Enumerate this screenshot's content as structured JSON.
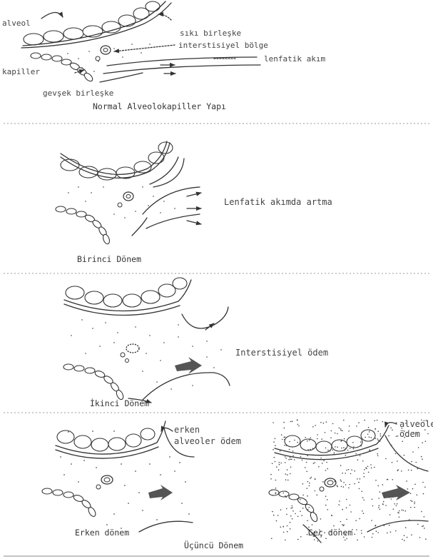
{
  "panel1": {
    "labels": {
      "alveol": "alveol",
      "tight_junction": "sıkı birleşke",
      "interstitial": "interstisiyel bölge",
      "lymph_flow": "lenfatik akım",
      "capillary": "kapiller",
      "loose_junction": "gevşek birleşke"
    },
    "caption": "Normal Alveolokapiller Yapı"
  },
  "panel2": {
    "note": "Lenfatik akımda artma",
    "caption": "Birinci Dönem"
  },
  "panel3": {
    "note": "Interstisiyel ödem",
    "caption": "İkinci Dönem"
  },
  "panel4": {
    "early_note_line1": "erken",
    "early_note_line2": "alveoler ödem",
    "late_note_line1": "alveoler",
    "late_note_line2": "ödem",
    "early_caption": "Erken dönem",
    "late_caption": "Geç dönem",
    "caption": "Üçüncü Dönem"
  }
}
